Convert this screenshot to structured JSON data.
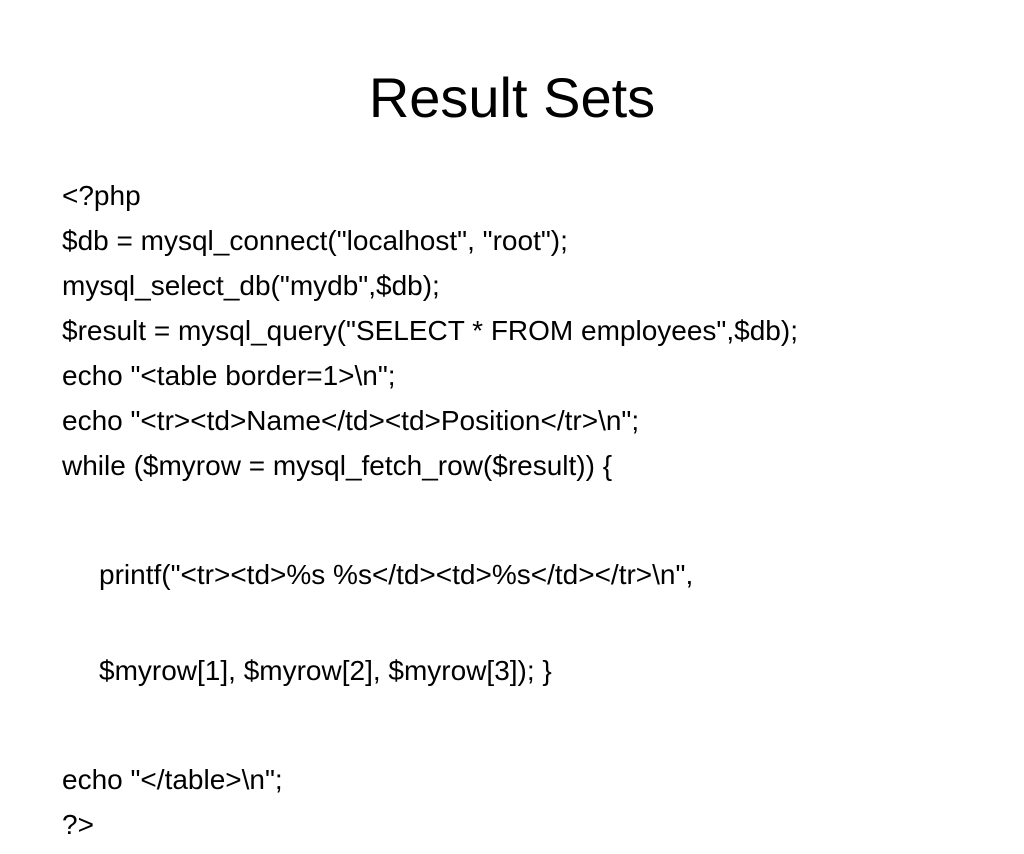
{
  "slide": {
    "title": "Result Sets",
    "lines": [
      "<?php",
      "$db = mysql_connect(\"localhost\", \"root\");",
      "mysql_select_db(\"mydb\",$db);",
      "$result = mysql_query(\"SELECT * FROM employees\",$db);",
      "echo \"<table border=1>\\n\";",
      "echo \"<tr><td>Name</td><td>Position</tr>\\n\";",
      "while ($myrow = mysql_fetch_row($result)) {"
    ],
    "indented_block": [
      "printf(\"<tr><td>%s %s</td><td>%s</td></tr>\\n\",",
      "$myrow[1], $myrow[2], $myrow[3]); }"
    ],
    "closing_lines": [
      "echo \"</table>\\n\";",
      "?>"
    ]
  }
}
